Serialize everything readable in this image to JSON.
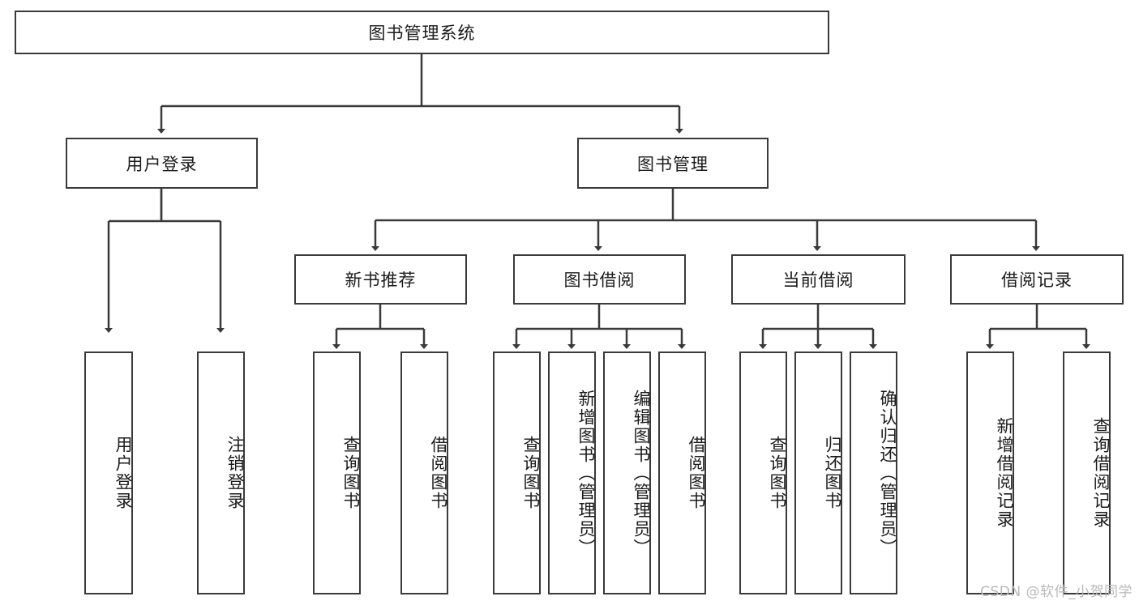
{
  "diagram": {
    "title": "图书管理系统",
    "type": "tree",
    "root": {
      "label": "图书管理系统"
    },
    "level2": [
      {
        "label": "用户登录"
      },
      {
        "label": "图书管理"
      }
    ],
    "level3": [
      {
        "label": "新书推荐"
      },
      {
        "label": "图书借阅"
      },
      {
        "label": "当前借阅"
      },
      {
        "label": "借阅记录"
      }
    ],
    "leaves": {
      "user_login": [
        {
          "label": "用户登录"
        },
        {
          "label": "注销登录"
        }
      ],
      "new_book_recommend": [
        {
          "label": "查询图书"
        },
        {
          "label": "借阅图书"
        }
      ],
      "book_borrow": [
        {
          "label": "查询图书"
        },
        {
          "label": "新增图书（管理员）"
        },
        {
          "label": "编辑图书（管理员）"
        },
        {
          "label": "借阅图书"
        }
      ],
      "current_borrow": [
        {
          "label": "查询图书"
        },
        {
          "label": "归还图书"
        },
        {
          "label": "确认归还（管理员）"
        }
      ],
      "borrow_record": [
        {
          "label": "新增借阅记录"
        },
        {
          "label": "查询借阅记录"
        }
      ]
    }
  },
  "watermark": {
    "text": "CSDN @软件_小贺同学"
  },
  "colors": {
    "stroke": "#3a3a3a",
    "background": "#ffffff",
    "text": "#1b1b1b",
    "watermark": "#b8b8b8"
  }
}
